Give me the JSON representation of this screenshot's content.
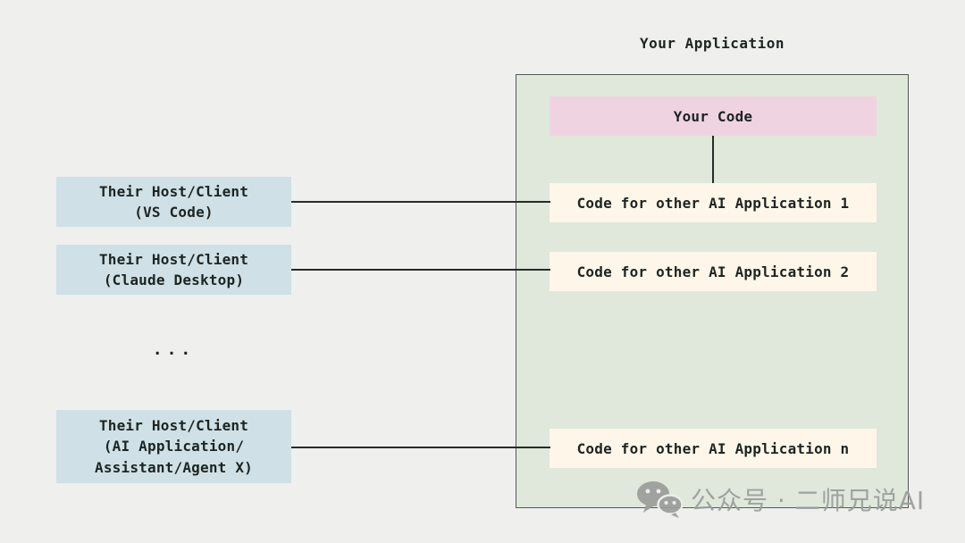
{
  "title": "Your Application",
  "your_code_label": "Your Code",
  "app_code_boxes": [
    "Code for other AI Application 1",
    "Code for other AI Application 2",
    "Code for other AI Application n"
  ],
  "client_boxes": [
    {
      "lines": [
        "Their Host/Client",
        "(VS Code)"
      ]
    },
    {
      "lines": [
        "Their Host/Client",
        "(Claude Desktop)"
      ]
    },
    {
      "lines": [
        "Their Host/Client",
        "(AI Application/",
        "Assistant/Agent X)"
      ]
    }
  ],
  "ellipsis": "...",
  "watermark": {
    "icon": "wechat-icon",
    "text": "公众号 · 二师兄说AI"
  },
  "colors": {
    "background": "#efefee",
    "container_fill": "#dfe8da",
    "container_border": "#535c53",
    "your_code_fill": "#f0d3e0",
    "app_code_fill": "#fdf6e9",
    "client_fill": "#cfe0e6",
    "connector": "#262b28",
    "text": "#1d2422",
    "watermark": "#9a9d9b"
  }
}
